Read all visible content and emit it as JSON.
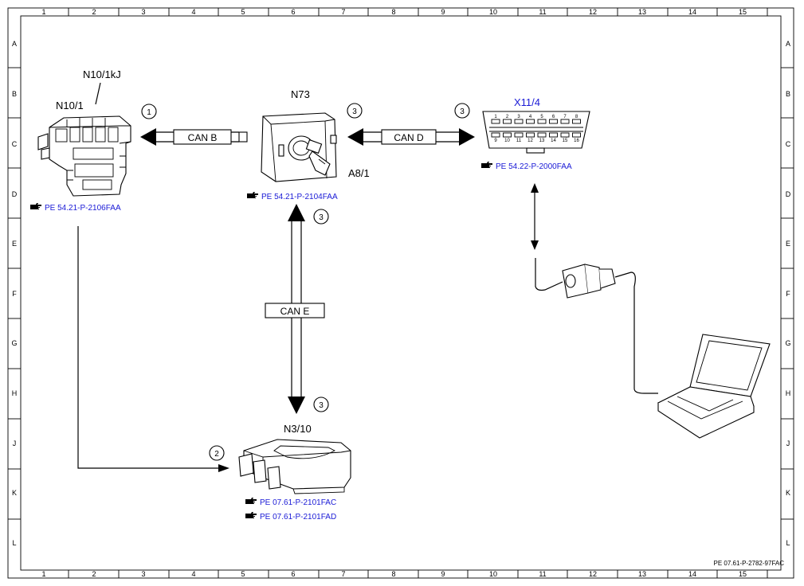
{
  "frame": {
    "columns": [
      "1",
      "2",
      "3",
      "4",
      "5",
      "6",
      "7",
      "8",
      "9",
      "10",
      "11",
      "12",
      "13",
      "14",
      "15"
    ],
    "rows": [
      "A",
      "B",
      "C",
      "D",
      "E",
      "F",
      "G",
      "H",
      "J",
      "K",
      "L"
    ]
  },
  "components": {
    "n10_1": {
      "label": "N10/1",
      "sub_label": "N10/1kJ",
      "ref": "PE 54.21-P-2106FAA"
    },
    "n73": {
      "label": "N73",
      "sub_label": "A8/1",
      "ref": "PE 54.21-P-2104FAA"
    },
    "x11_4": {
      "label": "X11/4",
      "ref": "PE 54.22-P-2000FAA",
      "pins_top": [
        "1",
        "2",
        "3",
        "4",
        "5",
        "6",
        "7",
        "8"
      ],
      "pins_bottom": [
        "9",
        "10",
        "11",
        "12",
        "13",
        "14",
        "15",
        "16"
      ]
    },
    "n3_10": {
      "label": "N3/10",
      "ref1": "PE 07.61-P-2101FAC",
      "ref2": "PE 07.61-P-2101FAD"
    },
    "diag_adapter": {
      "icon": "diagnostic-connector-icon"
    },
    "laptop": {
      "icon": "laptop-icon"
    }
  },
  "buses": {
    "can_b": "CAN B",
    "can_d": "CAN D",
    "can_e": "CAN E"
  },
  "markers": {
    "m1": "1",
    "m2": "2",
    "m3a": "3",
    "m3b": "3",
    "m3c": "3",
    "m3d": "3"
  },
  "footer": {
    "doc_id": "PE 07.61-P-2782-97FAC"
  },
  "icons": {
    "ref_pointer": "pointing-hand-icon"
  },
  "colors": {
    "link_blue": "#1a1ad6",
    "line": "#000000"
  }
}
